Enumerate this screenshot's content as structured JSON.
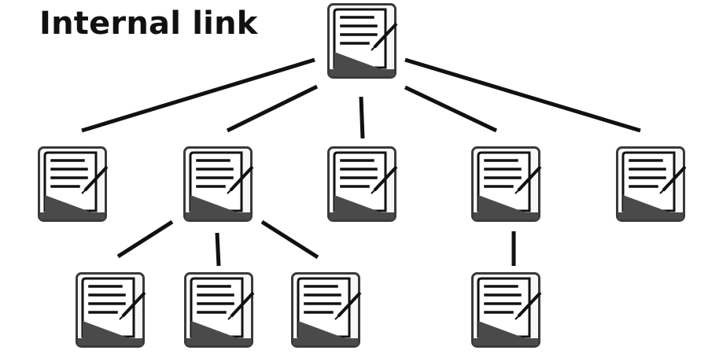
{
  "title": "Internal link",
  "colors": {
    "ink": "#111111",
    "icon_border": "#3a3a3a",
    "icon_fill": "#f7f7f7",
    "icon_shadow": "#4a4a4a",
    "background": "#ffffff"
  },
  "nodes": [
    {
      "id": "root",
      "level": 0,
      "icon": "document-edit-icon"
    },
    {
      "id": "child-1",
      "level": 1,
      "parent": "root",
      "icon": "document-edit-icon"
    },
    {
      "id": "child-2",
      "level": 1,
      "parent": "root",
      "icon": "document-edit-icon"
    },
    {
      "id": "child-3",
      "level": 1,
      "parent": "root",
      "icon": "document-edit-icon"
    },
    {
      "id": "child-4",
      "level": 1,
      "parent": "root",
      "icon": "document-edit-icon"
    },
    {
      "id": "child-5",
      "level": 1,
      "parent": "root",
      "icon": "document-edit-icon"
    },
    {
      "id": "grandchild-2-1",
      "level": 2,
      "parent": "child-2",
      "icon": "document-edit-icon"
    },
    {
      "id": "grandchild-2-2",
      "level": 2,
      "parent": "child-2",
      "icon": "document-edit-icon"
    },
    {
      "id": "grandchild-2-3",
      "level": 2,
      "parent": "child-2",
      "icon": "document-edit-icon"
    },
    {
      "id": "grandchild-4-1",
      "level": 2,
      "parent": "child-4",
      "icon": "document-edit-icon"
    }
  ]
}
